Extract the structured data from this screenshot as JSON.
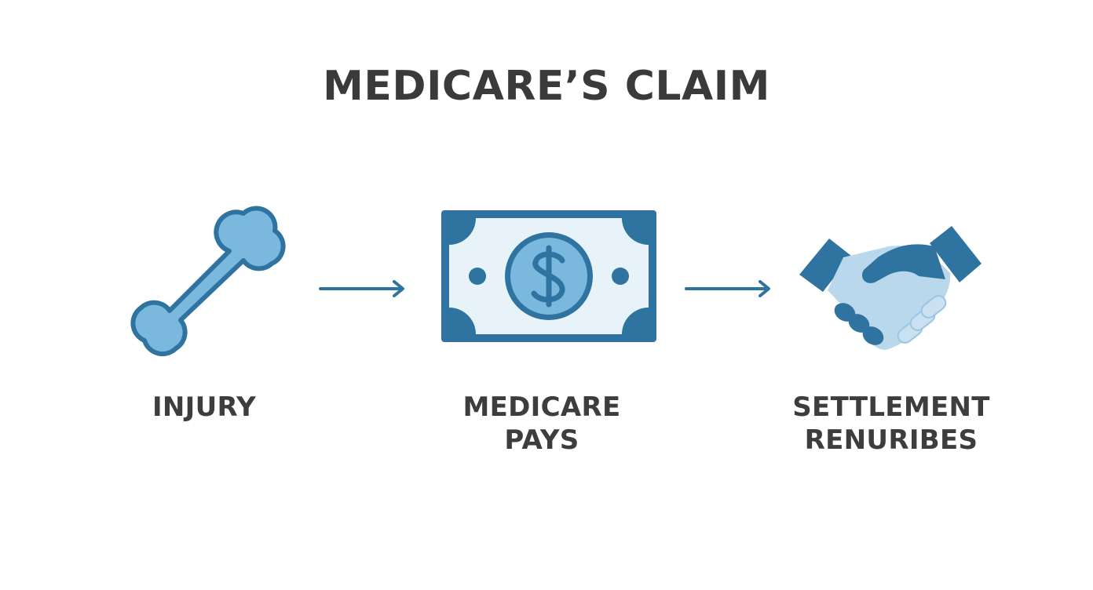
{
  "title": "MEDICARE’S CLAIM",
  "steps": [
    {
      "icon": "bone-icon",
      "label_lines": [
        "INJURY"
      ]
    },
    {
      "icon": "dollar-bill-icon",
      "label_lines": [
        "MEDICARE",
        "PAYS"
      ]
    },
    {
      "icon": "handshake-icon",
      "label_lines": [
        "SETTLEMENT",
        "RENURIBES"
      ]
    }
  ],
  "colors": {
    "dark_blue": "#2f73a0",
    "light_blue": "#7ab8de",
    "pale_blue": "#e8f2f9",
    "text": "#3b3b3b"
  }
}
